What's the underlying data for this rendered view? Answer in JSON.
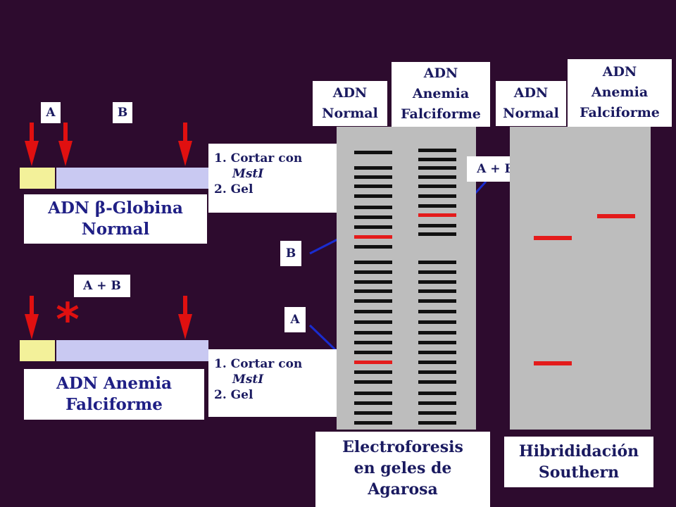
{
  "colors": {
    "background": "#2d0b2e",
    "arrow": "#e01010",
    "band_normal": "#111111",
    "band_mutant": "#e41b1b",
    "gene_yellow": "#f3f19a",
    "gene_lavender": "#c9c9f2",
    "gel": "#bdbdbd",
    "text_blue": "#1f1f85",
    "connector": "#1a2ccf"
  },
  "icons": [
    "down-arrow-icon",
    "asterisk-icon"
  ],
  "normal_gene": {
    "site_a": "A",
    "site_b": "B",
    "title_line1": "ADN β-Globina",
    "title_line2": "Normal",
    "steps": {
      "step1": "1. Cortar con",
      "enzyme": "MstI",
      "step2": "2. Gel"
    }
  },
  "sickle_gene": {
    "site_ab": "A + B",
    "mutation_mark": "*",
    "title_line1": "ADN Anemia",
    "title_line2": "Falciforme",
    "steps": {
      "step1": "1. Cortar con",
      "enzyme": "MstI",
      "step2": "2. Gel"
    }
  },
  "gel_electrophoresis": {
    "lane1_line1": "ADN",
    "lane1_line2": "Normal",
    "lane2_line1": "ADN",
    "lane2_line2": "Anemia",
    "lane2_line3": "Falciforme",
    "fragment_b": "B",
    "fragment_a": "A",
    "fragment_ab": "A + B",
    "caption_line1": "Electroforesis",
    "caption_line2": "en geles de",
    "caption_line3": "Agarosa",
    "lane1_highlight_fragments": [
      "B",
      "A"
    ],
    "lane2_highlight_fragments": [
      "A + B"
    ]
  },
  "southern_blot": {
    "lane1_line1": "ADN",
    "lane1_line2": "Normal",
    "lane2_line1": "ADN",
    "lane2_line2": "Anemia",
    "lane2_line3": "Falciforme",
    "caption_line1": "Hibrididación",
    "caption_line2": "Southern",
    "lane1_bands": 2,
    "lane2_bands": 1
  }
}
